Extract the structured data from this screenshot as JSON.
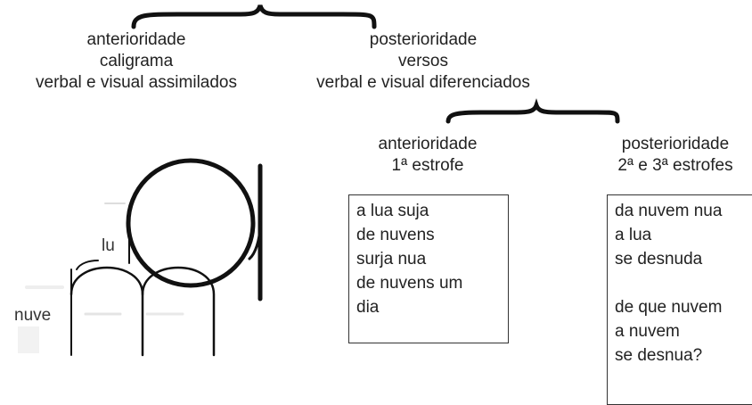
{
  "top": {
    "left": {
      "lines": [
        "anterioridade",
        "caligrama",
        "verbal e visual assimilados"
      ]
    },
    "right": {
      "lines": [
        "posterioridade",
        "versos",
        "verbal e visual diferenciados"
      ]
    }
  },
  "second": {
    "left": {
      "lines": [
        "anterioridade",
        "1ª estrofe"
      ]
    },
    "right": {
      "lines": [
        "posterioridade",
        "2ª e 3ª estrofes"
      ]
    }
  },
  "stanza1": {
    "lines": [
      "a lua suja",
      "de nuvens",
      "surja nua",
      "de nuvens um",
      "dia"
    ]
  },
  "stanza23": {
    "lines": [
      "da nuvem nua",
      "a lua",
      "se desnuda",
      "",
      "de que nuvem",
      "a nuvem",
      "se desnua?"
    ]
  },
  "calligram": {
    "word_lu": "lu",
    "word_nuve": "nuve"
  }
}
